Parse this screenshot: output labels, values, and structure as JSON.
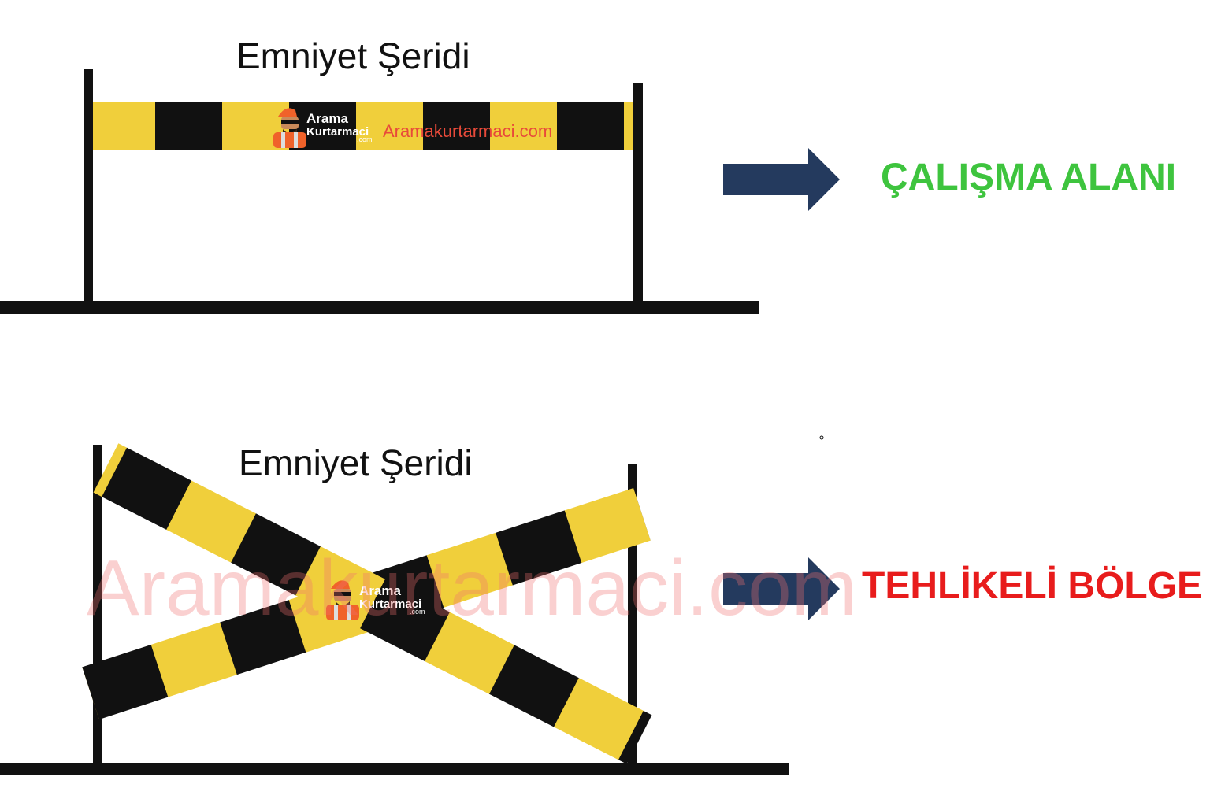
{
  "diagram": {
    "top": {
      "title": "Emniyet Şeridi",
      "label": "ÇALIŞMA ALANI"
    },
    "bottom": {
      "title": "Emniyet Şeridi",
      "label": "TEHLİKELİ BÖLGE"
    }
  },
  "watermark": {
    "logo_line1": "Arama",
    "logo_line2": "Kurtarmaci",
    "logo_suffix": ".com",
    "url_text": "Aramakurtarmaci.com",
    "big_text": "Aramakurtarmaci.com"
  },
  "colors": {
    "tape_yellow": "#f0cf3b",
    "tape_black": "#111111",
    "pole": "#111111",
    "arrow": "#243a5e",
    "label_safe": "#3ec43e",
    "label_danger": "#e81c1c",
    "watermark_red": "#f07070",
    "logo_orange": "#f0622a"
  }
}
